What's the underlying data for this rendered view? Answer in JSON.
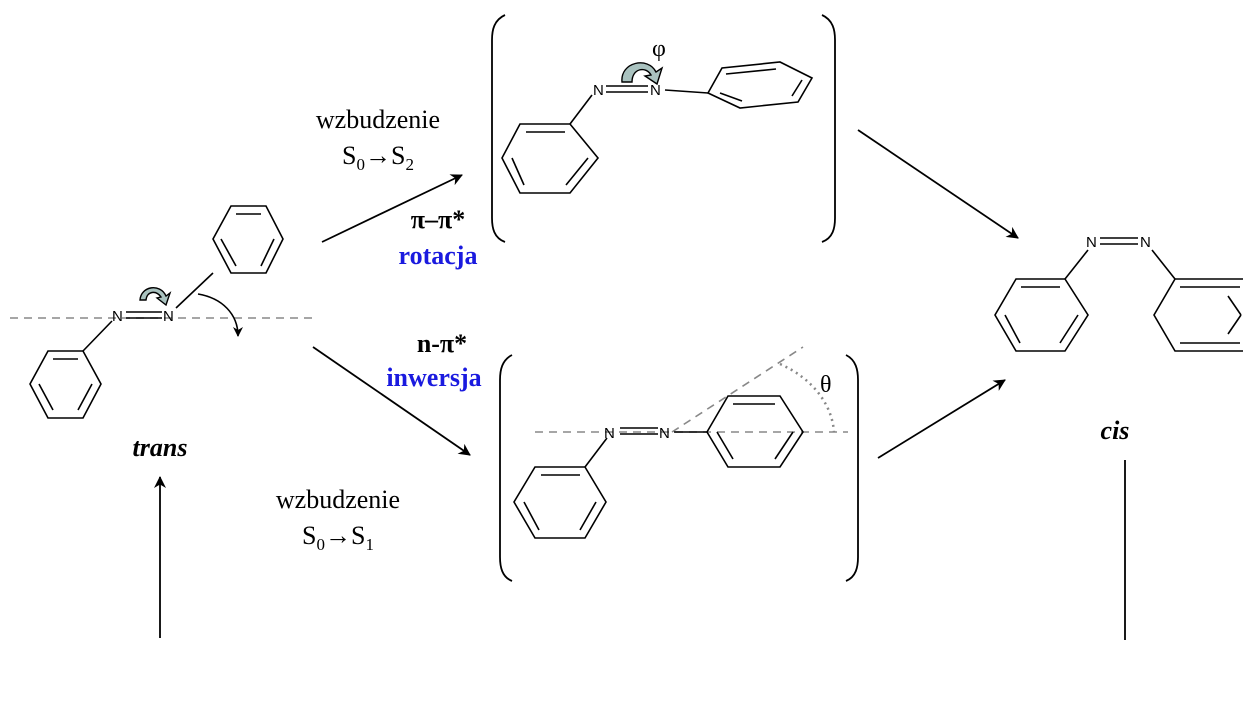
{
  "atoms": {
    "nitrogen": "N"
  },
  "labels": {
    "trans": "trans",
    "cis": "cis",
    "phi": "φ",
    "theta": "θ",
    "top_excitation": "wzbudzenie",
    "top_transition_base": "S",
    "top_sub_from": "0",
    "top_arrow": "→",
    "top_sub_to": "2",
    "top_orbital": "π–π*",
    "top_mechanism": "rotacja",
    "bottom_orbital": "n-π*",
    "bottom_mechanism": "inwersja",
    "bottom_excitation": "wzbudzenie",
    "bottom_transition_base": "S",
    "bottom_sub_from": "0",
    "bottom_arrow": "→",
    "bottom_sub_to": "1"
  },
  "colors": {
    "mechanism_label": "#1a1adf",
    "arrow_fill": "#a9c2bf",
    "dashed_line": "#888888"
  },
  "icons": {
    "rotation_arrow": "curved-arrow-icon"
  }
}
